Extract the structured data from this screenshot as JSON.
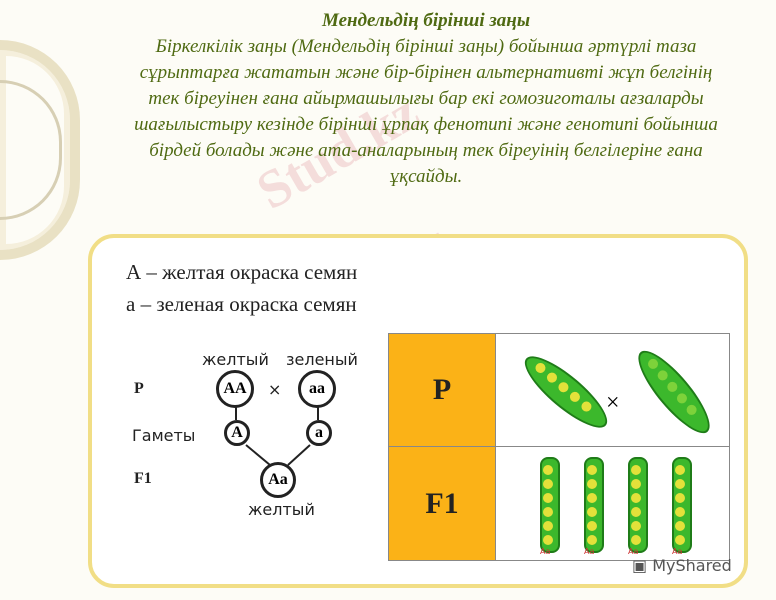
{
  "slide": {
    "title": "Мендельдің бірінші заңы",
    "body_lines": [
      "Біркелкілік заңы (Мендельдің бірінші заңы) бойынша әртүрлі таза",
      "сұрыптарға жататын және бір-бірінен альтернативті жұп белгінің",
      "тек біреуінен ғана айырмашылығы бар екі гомозиготалы ағзаларды",
      "шағылыстыру кезінде бірінші ұрпақ фенотипі және генотипі бойынша",
      "бірдей болады және ата-аналарының тек біреуінің белгілеріне ғана",
      "ұқсайды."
    ]
  },
  "legend": [
    "А – желтая окраска семян",
    "а – зеленая окраска семян"
  ],
  "scheme": {
    "parent_labels": [
      "желтый",
      "зеленый"
    ],
    "row_labels": [
      "P",
      "Гаметы",
      "F1"
    ],
    "parents": [
      "AA",
      "aa"
    ],
    "cross": "×",
    "gametes": [
      "A",
      "a"
    ],
    "offspring": "Aa",
    "offspring_label": "желтый"
  },
  "table": {
    "rows": [
      "P",
      "F1"
    ],
    "cross": "×",
    "f1_labels": [
      "Aa",
      "Aa",
      "Aa",
      "Aa"
    ]
  },
  "watermark": "Stud.kz",
  "logo": "MyShared"
}
